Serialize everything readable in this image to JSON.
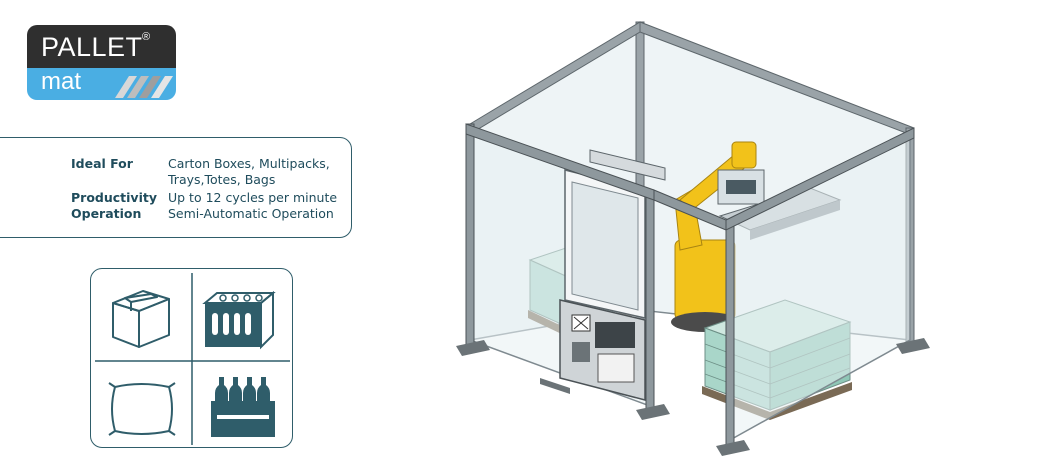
{
  "logo": {
    "line1": "PALLET",
    "reg": "®",
    "line2": "mat",
    "colors": {
      "dark": "#2f2f2f",
      "blue": "#4aaee3"
    }
  },
  "specs": [
    {
      "label": "Ideal For",
      "value_lines": [
        "Carton Boxes, Multipacks,",
        "Trays,Totes, Bags"
      ]
    },
    {
      "label": "Productivity",
      "value_lines": [
        "Up to 12 cycles per minute"
      ]
    },
    {
      "label": "Operation",
      "value_lines": [
        "Semi-Automatic Operation"
      ]
    }
  ],
  "icons": [
    "carton-box-icon",
    "crate-icon",
    "bag-icon",
    "bottle-crate-icon"
  ],
  "colors": {
    "teal": "#2f5d6a",
    "text": "#1f4c5c",
    "robot": "#f2c21a",
    "product": "#9fd3c7"
  }
}
